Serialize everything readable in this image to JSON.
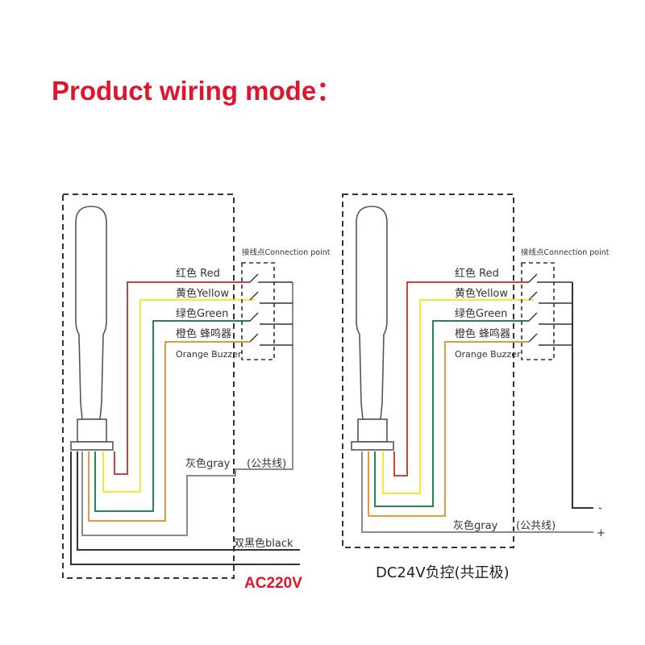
{
  "title": "Product wiring mode：",
  "labels": {
    "connection_point": "接线点Connection point",
    "red": "红色  Red",
    "yellow": "黄色Yellow",
    "green": "绿色Green",
    "orange_cn": "橙色 蜂鸣器",
    "orange_en": "Orange Buzzer",
    "gray": "灰色gray",
    "common": "(公共线)",
    "black": "双黑色black",
    "minus": "-",
    "plus": "+"
  },
  "captions": {
    "left": "AC220V",
    "right": "DC24V负控(共正极)"
  },
  "colors": {
    "title": "#e0142c",
    "red_wire": "#c9443a",
    "yellow_wire": "#f2ea3a",
    "green_wire": "#1f8a4c",
    "orange_wire": "#e39a3c",
    "gray_wire": "#8a8a8a",
    "black_wire": "#333333"
  }
}
